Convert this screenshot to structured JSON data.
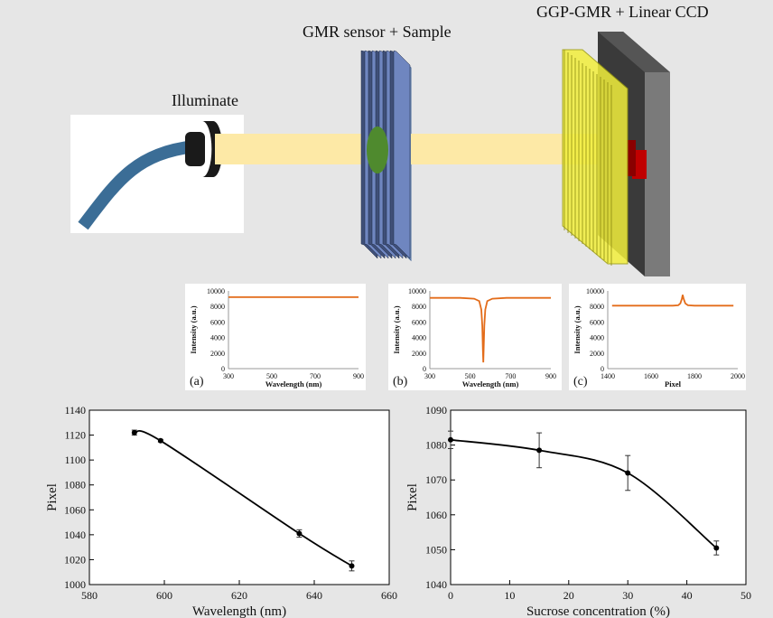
{
  "setup": {
    "illuminate_label": "Illuminate",
    "gmr_label": "GMR sensor + Sample",
    "ggp_label": "GGP-GMR + Linear CCD"
  },
  "colors": {
    "background": "#e6e6e6",
    "fiber": "#3b6d96",
    "beam": "#fde9a6",
    "gmr_plate": "#a8bfe8",
    "sample": "#4f8a2e",
    "ggp_plate": "#f2ef3c",
    "ccd": "#555555",
    "ccd_pixel": "#c00000",
    "spectrum_line": "#e36c1a"
  },
  "chart_data": [
    {
      "type": "line",
      "panel_letter": "(a)",
      "xlabel": "Wavelength (nm)",
      "ylabel": "Intensity (a.u.)",
      "xlim": [
        300,
        900
      ],
      "ylim": [
        0,
        10000
      ],
      "xticks": [
        "300",
        "500",
        "700",
        "900"
      ],
      "yticks": [
        "0",
        "2000",
        "4000",
        "6000",
        "8000",
        "10000"
      ],
      "x": [
        300,
        900
      ],
      "y": [
        9200,
        9200
      ]
    },
    {
      "type": "line",
      "panel_letter": "(b)",
      "xlabel": "Wavelength (nm)",
      "ylabel": "Intensity (a.u.)",
      "xlim": [
        300,
        900
      ],
      "ylim": [
        0,
        10000
      ],
      "xticks": [
        "300",
        "500",
        "700",
        "900"
      ],
      "yticks": [
        "0",
        "2000",
        "4000",
        "6000",
        "8000",
        "10000"
      ],
      "x": [
        300,
        450,
        520,
        545,
        555,
        560,
        563,
        565,
        567,
        570,
        575,
        585,
        610,
        680,
        900
      ],
      "y": [
        9100,
        9100,
        9000,
        8700,
        7600,
        5500,
        2500,
        800,
        2500,
        5500,
        7600,
        8700,
        9000,
        9100,
        9100
      ]
    },
    {
      "type": "line",
      "panel_letter": "(c)",
      "xlabel": "Pixel",
      "ylabel": "Intensity (a.u.)",
      "xlim": [
        1400,
        2000
      ],
      "ylim": [
        0,
        10000
      ],
      "xticks": [
        "1400",
        "1600",
        "1800",
        "2000"
      ],
      "yticks": [
        "0",
        "2000",
        "4000",
        "6000",
        "8000",
        "10000"
      ],
      "x": [
        1420,
        1700,
        1725,
        1735,
        1742,
        1746,
        1750,
        1758,
        1770,
        1800,
        1980
      ],
      "y": [
        8100,
        8100,
        8150,
        8400,
        9000,
        9500,
        9000,
        8400,
        8150,
        8100,
        8100
      ]
    },
    {
      "type": "line",
      "xlabel": "Wavelength (nm)",
      "ylabel": "Pixel",
      "xlim": [
        580,
        660
      ],
      "ylim": [
        1000,
        1140
      ],
      "xticks": [
        "580",
        "600",
        "620",
        "640",
        "660"
      ],
      "yticks": [
        "1000",
        "1020",
        "1040",
        "1060",
        "1080",
        "1100",
        "1120",
        "1140"
      ],
      "x": [
        592,
        599,
        636,
        650
      ],
      "y": [
        1122,
        1115.5,
        1041,
        1015
      ],
      "error": [
        2,
        1,
        3,
        4
      ]
    },
    {
      "type": "line",
      "xlabel": "Sucrose concentration (%)",
      "ylabel": "Pixel",
      "xlim": [
        0,
        50
      ],
      "ylim": [
        1040,
        1090
      ],
      "xticks": [
        "0",
        "10",
        "20",
        "30",
        "40",
        "50"
      ],
      "yticks": [
        "1040",
        "1050",
        "1060",
        "1070",
        "1080",
        "1090"
      ],
      "x": [
        0,
        15,
        30,
        45
      ],
      "y": [
        1081.5,
        1078.5,
        1072,
        1050.5
      ],
      "error": [
        2.5,
        5,
        5,
        2
      ]
    }
  ]
}
